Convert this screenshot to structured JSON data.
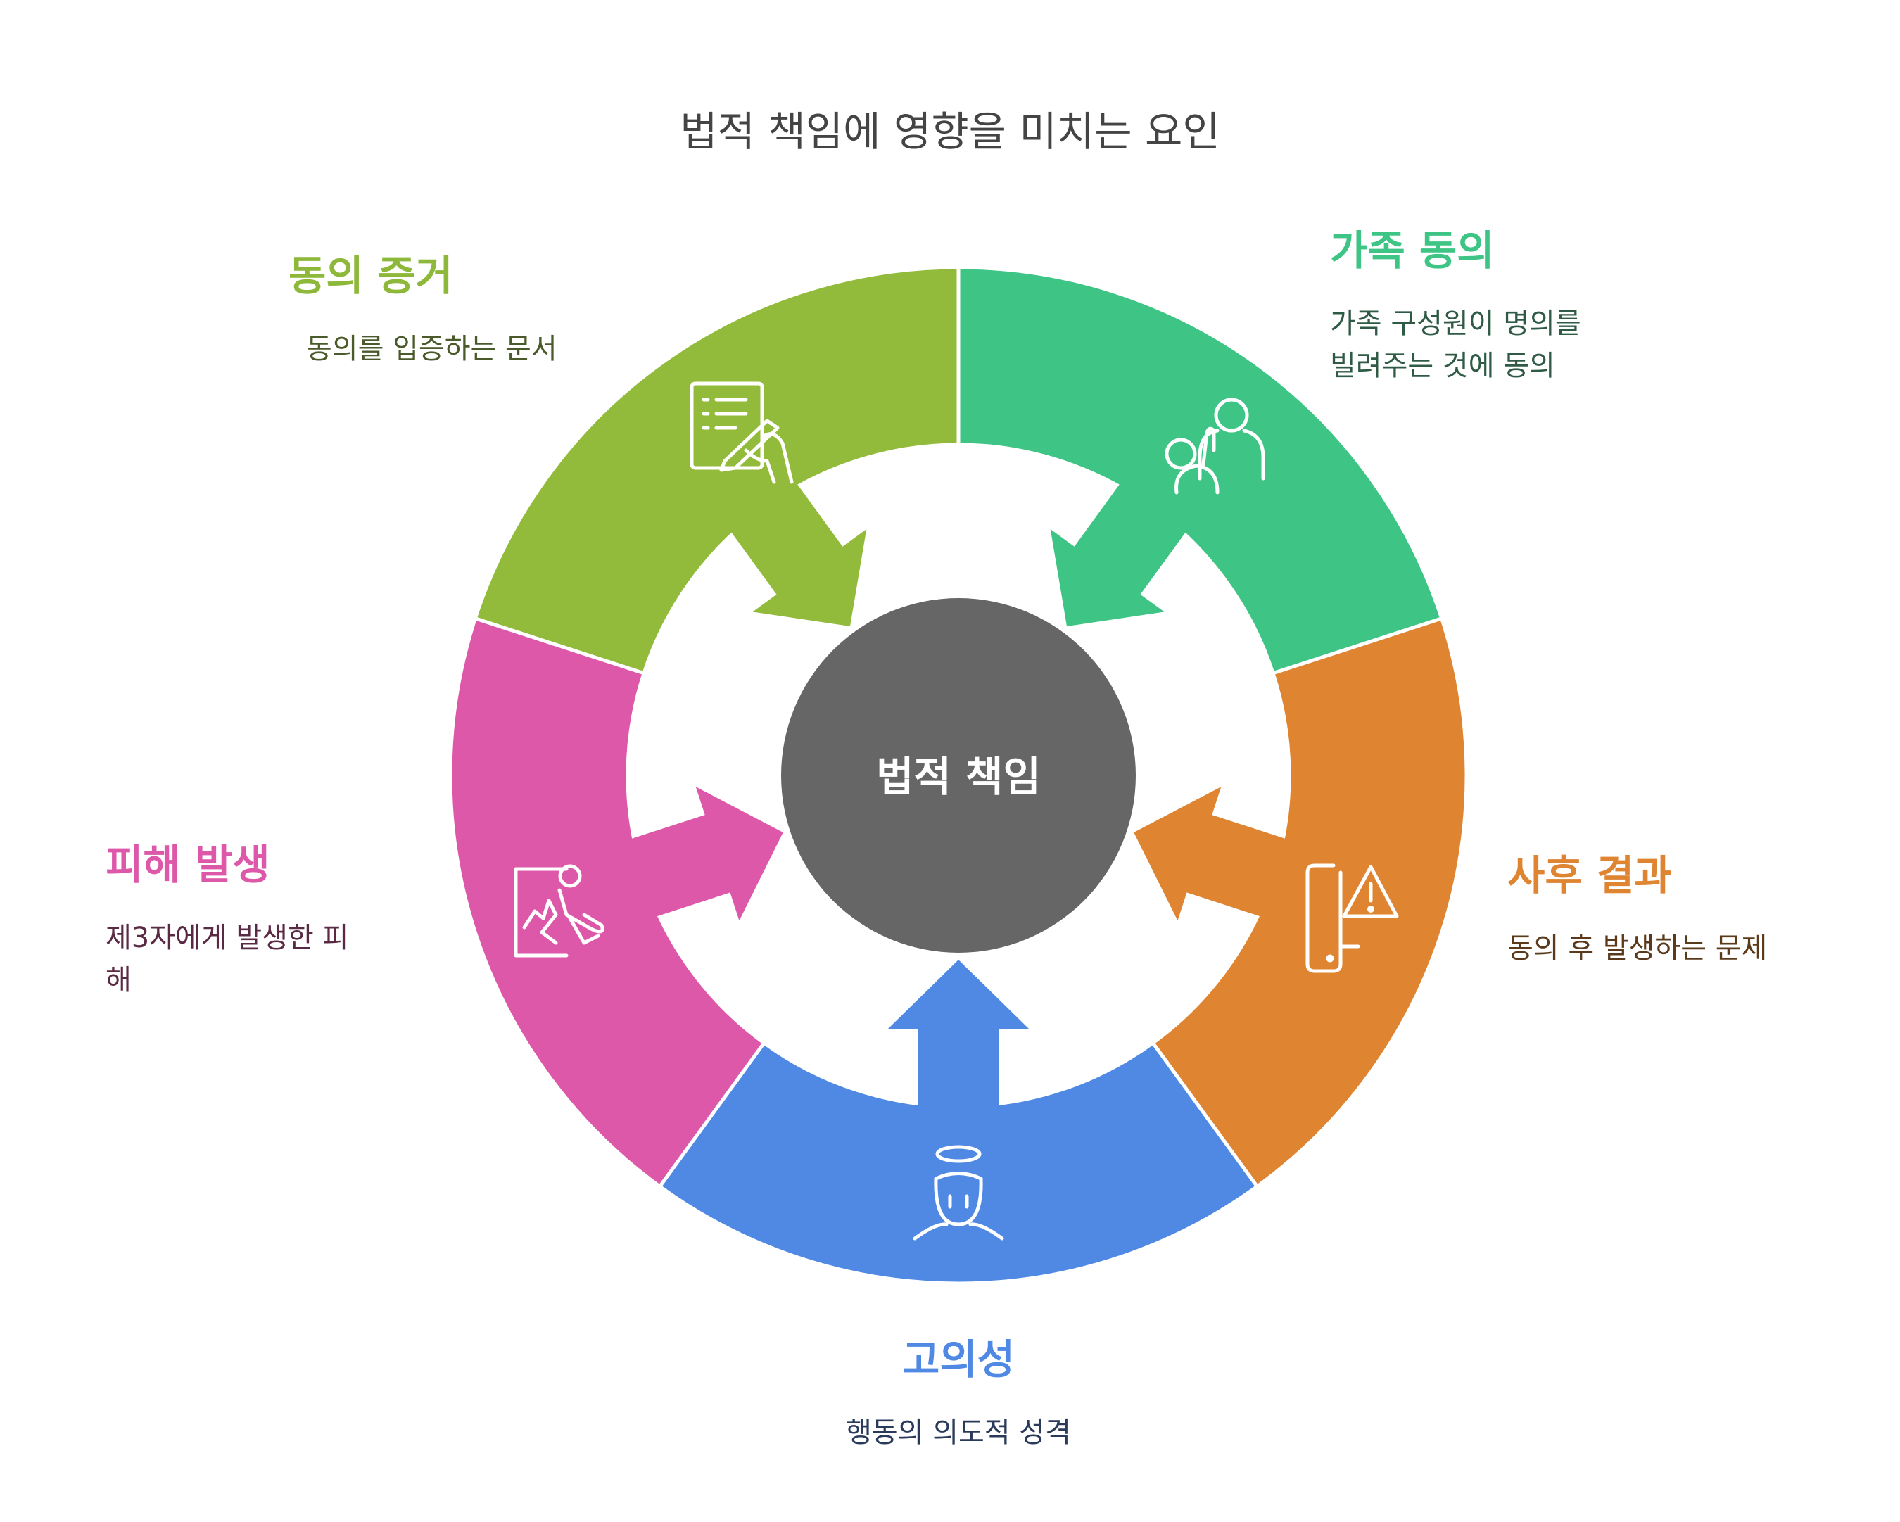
{
  "title": "법적 책임에 영향을 미치는 요인",
  "center": {
    "label": "법적 책임",
    "color": "#666666"
  },
  "segments": [
    {
      "id": "evidence",
      "title": "동의 증거",
      "description": "동의를 입증하는 문서",
      "color": "#93BB3B",
      "title_color": "#8DB83A",
      "desc_color": "#4A5A2A",
      "icon": "document-signing-icon"
    },
    {
      "id": "family",
      "title": "가족 동의",
      "description": [
        "가족 구성원이 명의를",
        "빌려주는 것에 동의"
      ],
      "color": "#3EC585",
      "title_color": "#3EC585",
      "desc_color": "#2F5A45",
      "icon": "family-people-icon"
    },
    {
      "id": "aftermath",
      "title": "사후 결과",
      "description": "동의 후 발생하는 문제",
      "color": "#DF8431",
      "title_color": "#DF8431",
      "desc_color": "#5A3A1A",
      "icon": "phone-warning-icon"
    },
    {
      "id": "intent",
      "title": "고의성",
      "description": "행동의 의도적 성격",
      "color": "#4F89E4",
      "title_color": "#4F89E4",
      "desc_color": "#2A3A5A",
      "icon": "halo-person-icon"
    },
    {
      "id": "harm",
      "title": "피해 발생",
      "description": [
        "제3자에게 발생한 피",
        "해"
      ],
      "color": "#DD58A8",
      "title_color": "#DD58A8",
      "desc_color": "#5A2A45",
      "icon": "falling-person-icon"
    }
  ]
}
